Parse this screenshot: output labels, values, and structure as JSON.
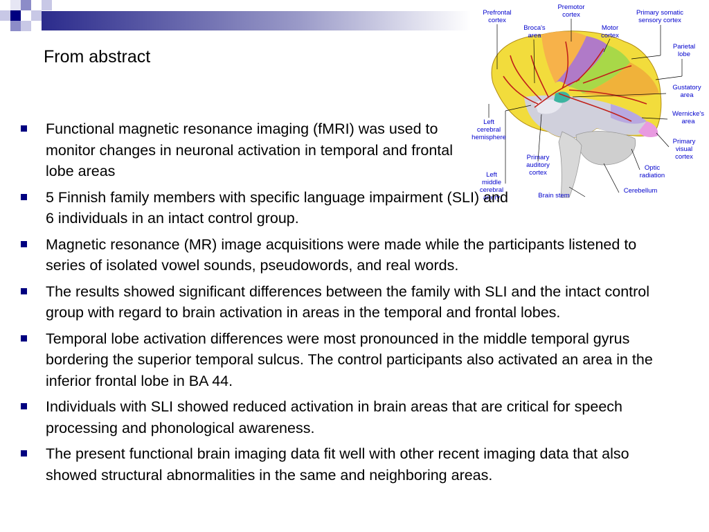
{
  "slide": {
    "title": "From abstract",
    "accent_color": "#000080"
  },
  "bullets": [
    "Functional magnetic resonance imaging (fMRI) was used to monitor changes in neuronal activation in temporal and frontal lobe areas",
    "5 Finnish family members with specific language impairment (SLI) and 6 individuals in an intact control group.",
    "Magnetic resonance (MR) image acquisitions were made while the participants listened to series of isolated vowel sounds, pseudowords, and real words.",
    "The results showed significant differences between the family with SLI and the intact control group with regard to brain activation in areas in the temporal and frontal lobes.",
    "Temporal lobe activation differences were most pronounced in the middle temporal gyrus bordering the superior temporal sulcus. The control participants also activated an area in the inferior frontal lobe in BA 44.",
    "Individuals with SLI showed reduced activation in brain areas that are critical for speech processing and phonological awareness.",
    "The present functional brain imaging data fit well with other recent imaging data that also showed structural abnormalities in the same and neighboring areas."
  ],
  "brain_figure": {
    "labels": {
      "prefrontal": [
        "Prefrontal",
        "cortex"
      ],
      "premotor": [
        "Premotor",
        "cortex"
      ],
      "broca": [
        "Broca's",
        "area"
      ],
      "motor": [
        "Motor",
        "cortex"
      ],
      "somatic": [
        "Primary somatic",
        "sensory cortex"
      ],
      "parietal": [
        "Parietal",
        "lobe"
      ],
      "gustatory": [
        "Gustatory",
        "area"
      ],
      "wernicke": [
        "Wernicke's",
        "area"
      ],
      "visual": [
        "Primary",
        "visual",
        "cortex"
      ],
      "optic": [
        "Optic",
        "radiation"
      ],
      "cerebellum": [
        "Cerebellum"
      ],
      "brainstem": [
        "Brain stem"
      ],
      "auditory": [
        "Primary",
        "auditory",
        "cortex"
      ],
      "middle_artery": [
        "Left",
        "middle",
        "cerebral",
        "artery"
      ],
      "left_hemisphere": [
        "Left",
        "cerebral",
        "hemisphere"
      ]
    }
  }
}
